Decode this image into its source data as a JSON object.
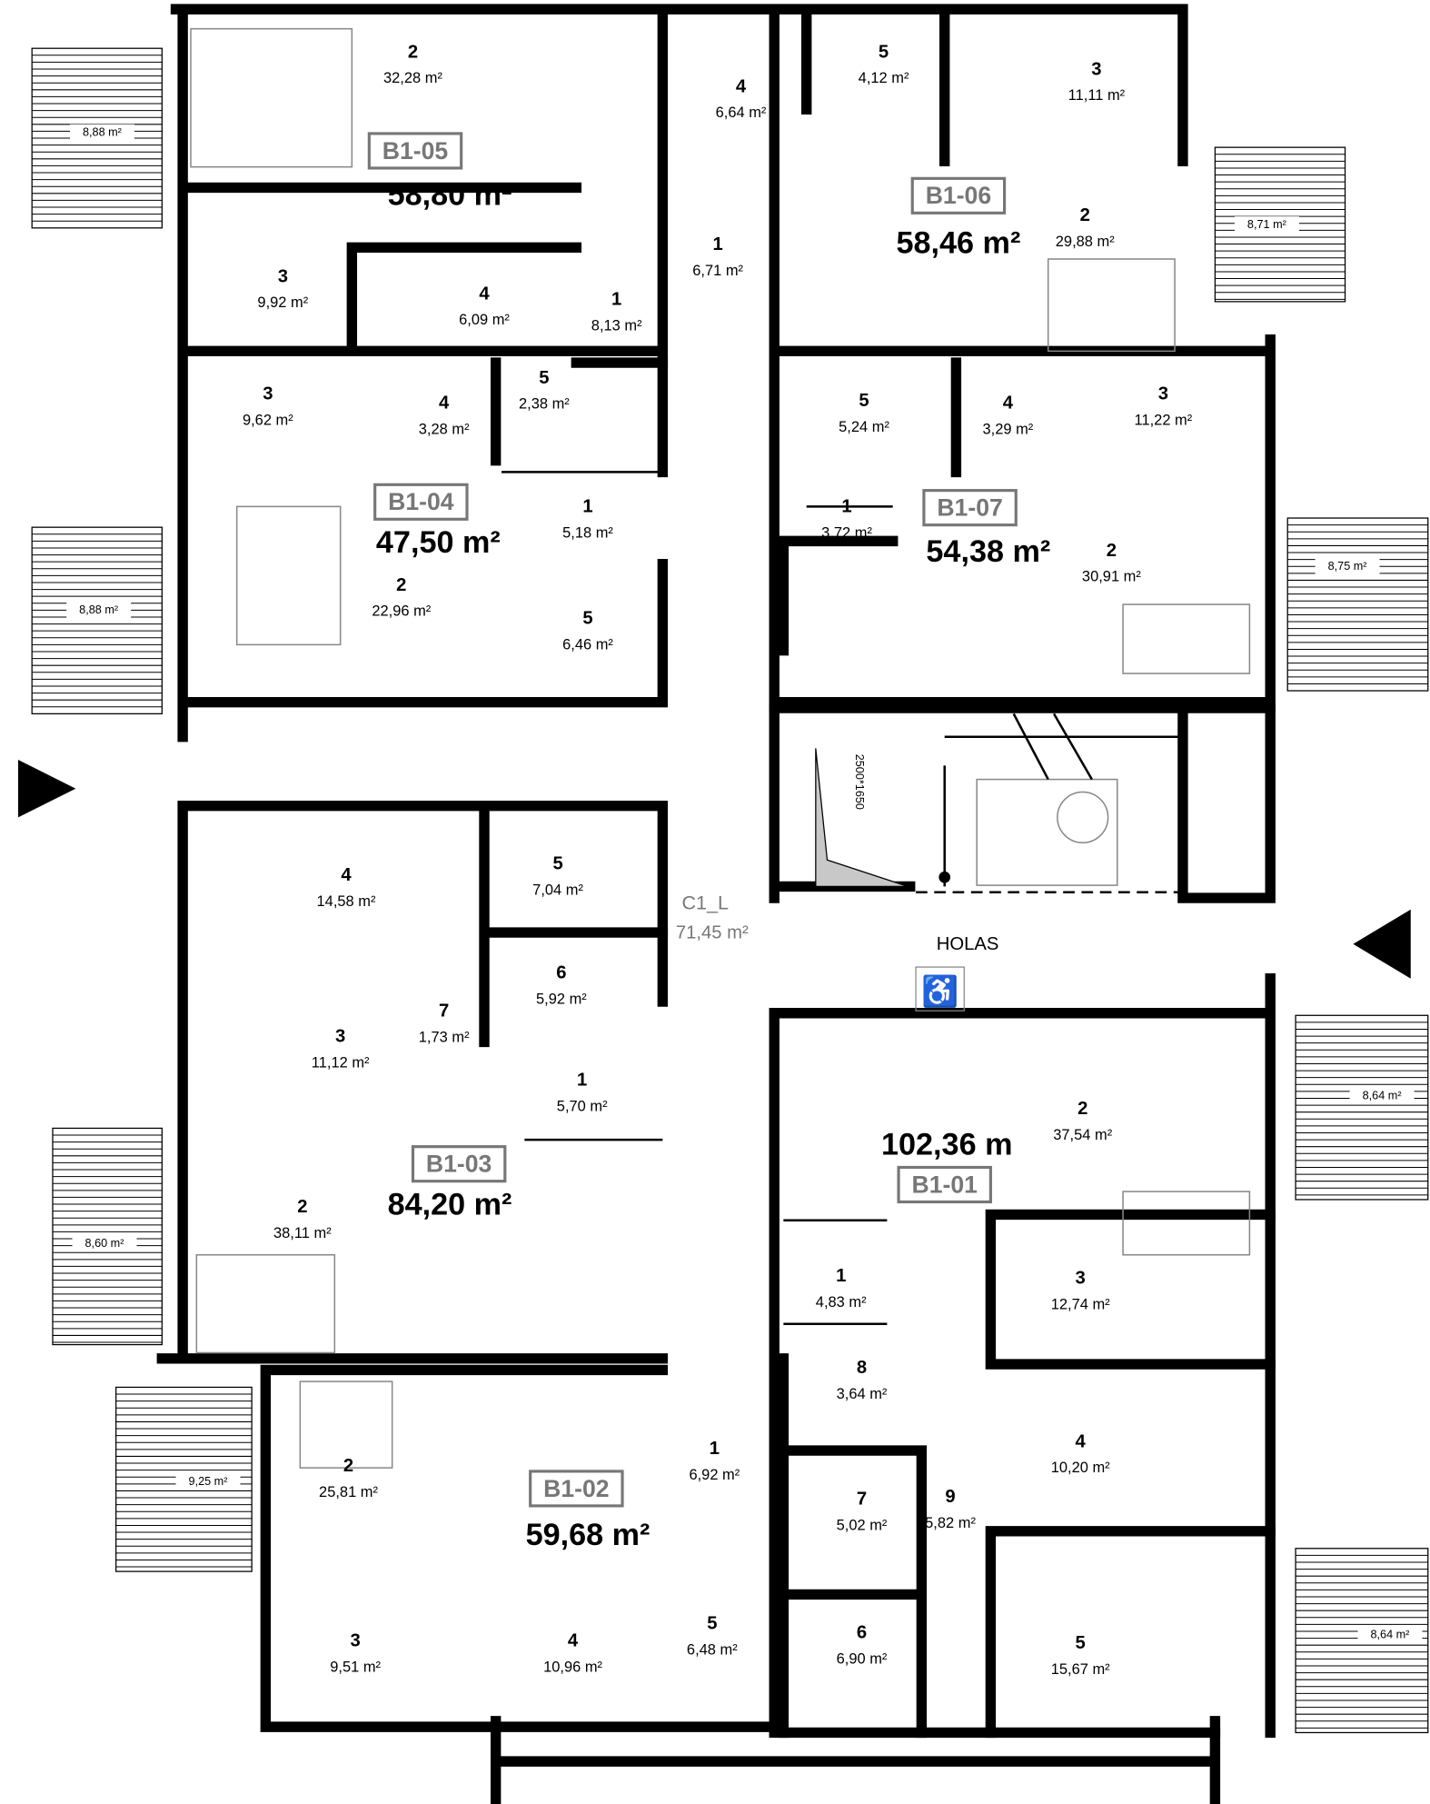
{
  "apartments": [
    {
      "id": "B1-05",
      "total": "58,80 m²",
      "rooms": [
        {
          "no": "2",
          "area": "32,28 m²"
        },
        {
          "no": "3",
          "area": "9,92 m²"
        },
        {
          "no": "4",
          "area": "6,09 m²"
        },
        {
          "no": "1",
          "area": "8,13 m²"
        },
        {
          "no": "5",
          "area": "2,38 m²"
        }
      ]
    },
    {
      "id": "B1-06",
      "total": "58,46 m²",
      "rooms": [
        {
          "no": "5",
          "area": "4,12 m²"
        },
        {
          "no": "4",
          "area": "6,64 m²"
        },
        {
          "no": "3",
          "area": "11,11 m²"
        },
        {
          "no": "1",
          "area": "6,71 m²"
        },
        {
          "no": "2",
          "area": "29,88 m²"
        }
      ]
    },
    {
      "id": "B1-04",
      "total": "47,50 m²",
      "rooms": [
        {
          "no": "3",
          "area": "9,62 m²"
        },
        {
          "no": "4",
          "area": "3,28 m²"
        },
        {
          "no": "1",
          "area": "5,18 m²"
        },
        {
          "no": "2",
          "area": "22,96 m²"
        },
        {
          "no": "5",
          "area": "6,46 m²"
        }
      ]
    },
    {
      "id": "B1-07",
      "total": "54,38 m²",
      "rooms": [
        {
          "no": "5",
          "area": "5,24 m²"
        },
        {
          "no": "4",
          "area": "3,29 m²"
        },
        {
          "no": "3",
          "area": "11,22 m²"
        },
        {
          "no": "1",
          "area": "3,72 m²"
        },
        {
          "no": "2",
          "area": "30,91 m²"
        }
      ]
    },
    {
      "id": "B1-03",
      "total": "84,20 m²",
      "rooms": [
        {
          "no": "4",
          "area": "14,58 m²"
        },
        {
          "no": "5",
          "area": "7,04 m²"
        },
        {
          "no": "6",
          "area": "5,92 m²"
        },
        {
          "no": "7",
          "area": "1,73 m²"
        },
        {
          "no": "3",
          "area": "11,12 m²"
        },
        {
          "no": "1",
          "area": "5,70 m²"
        },
        {
          "no": "2",
          "area": "38,11 m²"
        }
      ]
    },
    {
      "id": "B1-01",
      "total": "102,36 m",
      "rooms": [
        {
          "no": "2",
          "area": "37,54 m²"
        },
        {
          "no": "3",
          "area": "12,74 m²"
        },
        {
          "no": "1",
          "area": "4,83 m²"
        },
        {
          "no": "8",
          "area": "3,64 m²"
        },
        {
          "no": "9",
          "area": "5,82 m²"
        },
        {
          "no": "7",
          "area": "5,02 m²"
        },
        {
          "no": "4",
          "area": "10,20 m²"
        },
        {
          "no": "6",
          "area": "6,90 m²"
        },
        {
          "no": "5",
          "area": "15,67 m²"
        }
      ]
    },
    {
      "id": "B1-02",
      "total": "59,68 m²",
      "rooms": [
        {
          "no": "2",
          "area": "25,81 m²"
        },
        {
          "no": "1",
          "area": "6,92 m²"
        },
        {
          "no": "3",
          "area": "9,51 m²"
        },
        {
          "no": "4",
          "area": "10,96 m²"
        },
        {
          "no": "5",
          "area": "6,48 m²"
        }
      ]
    }
  ],
  "balconies": [
    "8,88 m²",
    "8,88 m²",
    "8,60 m²",
    "9,25 m²",
    "8,71 m²",
    "8,75 m²",
    "8,64 m²",
    "8,64 m²"
  ],
  "common": {
    "corridor_id": "C1_L",
    "corridor_area": "71,45 m²",
    "hall_label": "HOLAS",
    "elevator_label": "2500*1650"
  },
  "icons": {
    "entrance": "entrance-arrow-icon",
    "accessibility": "wheelchair-icon"
  },
  "colors": {
    "walls": "#000000",
    "label_gray": "#777777",
    "furniture": "#888888",
    "elevator_fill": "#c8c8c8"
  }
}
